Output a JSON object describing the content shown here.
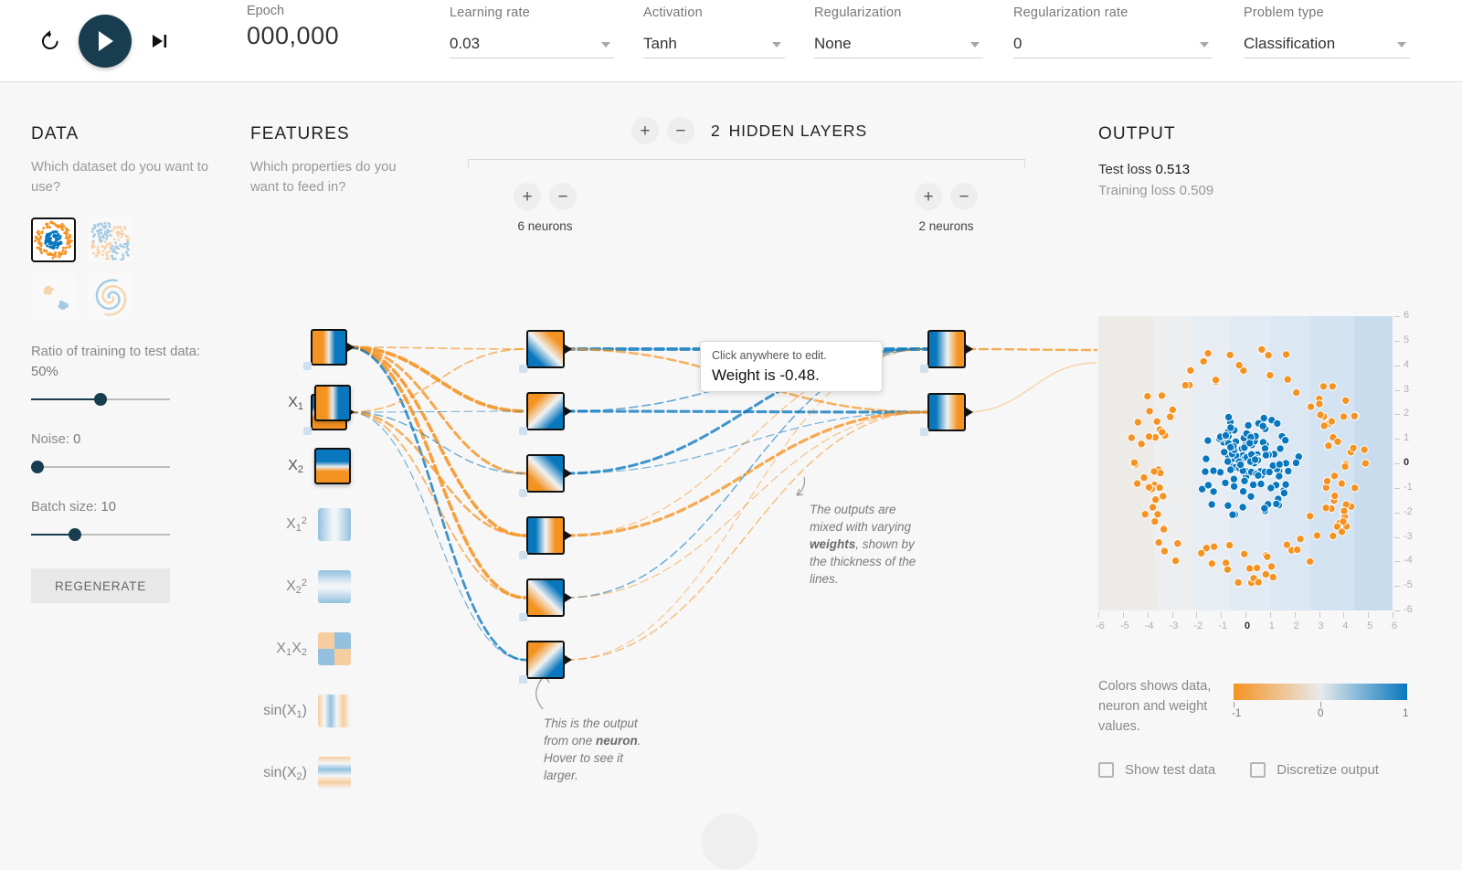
{
  "topbar": {
    "reset_icon": "restart-icon",
    "play_icon": "play-icon",
    "step_icon": "step-forward-icon",
    "epoch": {
      "label": "Epoch",
      "value": "000,000"
    },
    "controls": [
      {
        "label": "Learning rate",
        "value": "0.03",
        "name": "learning-rate"
      },
      {
        "label": "Activation",
        "value": "Tanh",
        "name": "activation"
      },
      {
        "label": "Regularization",
        "value": "None",
        "name": "regularization"
      },
      {
        "label": "Regularization rate",
        "value": "0",
        "name": "regularization-rate"
      },
      {
        "label": "Problem type",
        "value": "Classification",
        "name": "problem-type"
      }
    ]
  },
  "data": {
    "title": "DATA",
    "subtitle": "Which dataset do you want to use?",
    "datasets": [
      {
        "name": "circle",
        "selected": true
      },
      {
        "name": "exclusive-or",
        "selected": false
      },
      {
        "name": "gaussian",
        "selected": false
      },
      {
        "name": "spiral",
        "selected": false
      }
    ],
    "ratio_label": "Ratio of training to test data:",
    "ratio_value": "50%",
    "ratio_pct": 50,
    "noise_label": "Noise:",
    "noise_value": "0",
    "noise_pct": 0,
    "batch_label": "Batch size:",
    "batch_value": "10",
    "batch_pct": 31,
    "regenerate_label": "REGENERATE"
  },
  "features": {
    "title": "FEATURES",
    "subtitle": "Which properties do you want to feed in?",
    "items": [
      {
        "label": "X₁",
        "active": true,
        "grad": "x1"
      },
      {
        "label": "X₂",
        "active": true,
        "grad": "x2"
      },
      {
        "label": "X₁²",
        "active": false,
        "grad": "x1sq"
      },
      {
        "label": "X₂²",
        "active": false,
        "grad": "x2sq"
      },
      {
        "label": "X₁X₂",
        "active": false,
        "grad": "x1x2"
      },
      {
        "label": "sin(X₁)",
        "active": false,
        "grad": "sinx1"
      },
      {
        "label": "sin(X₂)",
        "active": false,
        "grad": "sinx2"
      }
    ]
  },
  "network": {
    "hidden_layers_count": "2",
    "hidden_layers_label": "HIDDEN LAYERS",
    "add_icon": "+",
    "remove_icon": "−",
    "layers": [
      {
        "neuron_count_label": "6 neurons",
        "neurons": 6
      },
      {
        "neuron_count_label": "2 neurons",
        "neurons": 2
      }
    ],
    "tooltip": {
      "hint": "Click anywhere to edit.",
      "text": "Weight is -0.48."
    },
    "callout_neuron": "This is the output from one neuron. Hover to see it larger.",
    "callout_neuron_parts": [
      "This is the output from one ",
      "neuron",
      ". Hover to see it larger."
    ],
    "callout_weights_parts": [
      "The outputs are mixed with varying ",
      "weights",
      ", shown by the thickness of the lines."
    ]
  },
  "output": {
    "title": "OUTPUT",
    "test_loss_label": "Test loss",
    "test_loss_value": "0.513",
    "training_loss_label": "Training loss",
    "training_loss_value": "0.509",
    "legend_text": "Colors shows data, neuron and weight values.",
    "legend_ticks": [
      "-1",
      "0",
      "1"
    ],
    "checkboxes": [
      {
        "label": "Show test data",
        "checked": false,
        "name": "show-test-data"
      },
      {
        "label": "Discretize output",
        "checked": false,
        "name": "discretize-output"
      }
    ],
    "axis_x_ticks": [
      "-6",
      "-5",
      "-4",
      "-3",
      "-2",
      "-1",
      "0",
      "1",
      "2",
      "3",
      "4",
      "5",
      "6"
    ],
    "axis_y_ticks": [
      "6",
      "5",
      "4",
      "3",
      "2",
      "1",
      "0",
      "-1",
      "-2",
      "-3",
      "-4",
      "-5",
      "-6"
    ]
  },
  "colors": {
    "orange": "#f59322",
    "blue": "#0877bd",
    "dark": "#183d4e",
    "neutral": "#e8eaeb"
  },
  "chart_data": {
    "type": "scatter",
    "title": "Output decision boundary",
    "xlabel": "",
    "ylabel": "",
    "xlim": [
      -6,
      6
    ],
    "ylim": [
      -6,
      6
    ],
    "grid": false,
    "legend": "none",
    "series": [
      {
        "name": "class-blue (inner circle)",
        "color": "#0877bd",
        "count": 125
      },
      {
        "name": "class-orange (outer ring)",
        "color": "#f59322",
        "count": 125
      }
    ],
    "background": "decision boundary heatmap, neutral-grey left to light-blue right"
  }
}
